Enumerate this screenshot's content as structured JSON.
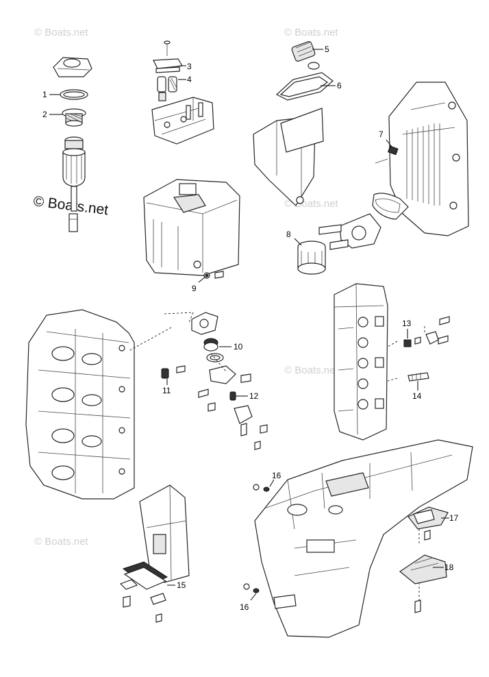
{
  "watermarks": {
    "small": "© Boats.net",
    "large": "© Boats.net"
  },
  "callouts": [
    "1",
    "2",
    "3",
    "4",
    "5",
    "6",
    "7",
    "8",
    "9",
    "10",
    "11",
    "12",
    "13",
    "14",
    "15",
    "16",
    "16",
    "17",
    "18"
  ]
}
